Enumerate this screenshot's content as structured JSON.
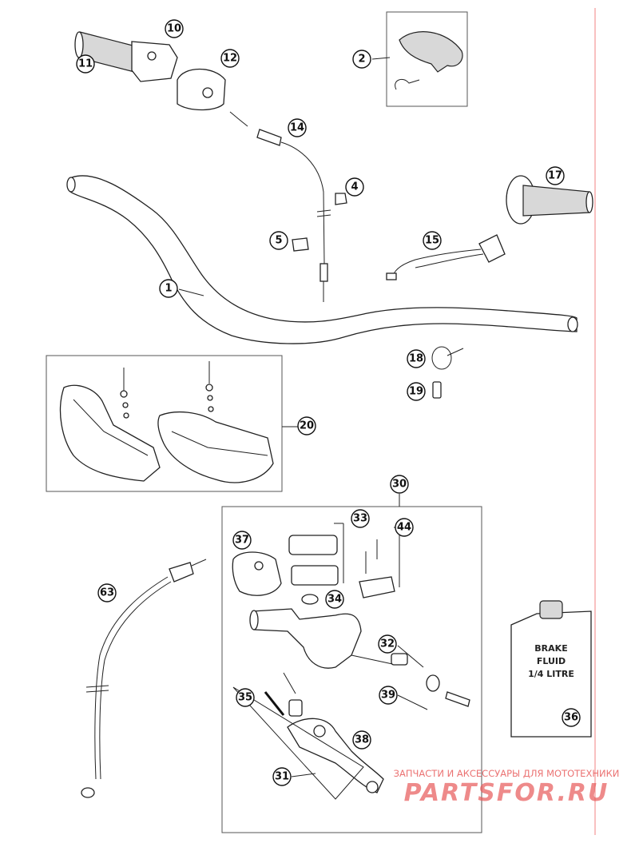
{
  "callouts": {
    "c1": "1",
    "c2": "2",
    "c4": "4",
    "c5": "5",
    "c10": "10",
    "c11": "11",
    "c12": "12",
    "c14": "14",
    "c15": "15",
    "c17": "17",
    "c18": "18",
    "c19": "19",
    "c20": "20",
    "c30": "30",
    "c31": "31",
    "c32": "32",
    "c33": "33",
    "c34": "34",
    "c35": "35",
    "c36": "36",
    "c37": "37",
    "c38": "38",
    "c39": "39",
    "c44": "44",
    "c63": "63"
  },
  "bottle_label": [
    "BRAKE",
    "FLUID",
    "1/4 LITRE"
  ],
  "watermark": {
    "tagline": "ЗАПЧАСТИ И АКСЕССУАРЫ ДЛЯ МОТОТЕХНИКИ",
    "brand": "PARTSFOR.RU"
  },
  "colors": {
    "watermark": "#e85a5a",
    "margin_line": "#f08080",
    "ink": "#222222"
  }
}
